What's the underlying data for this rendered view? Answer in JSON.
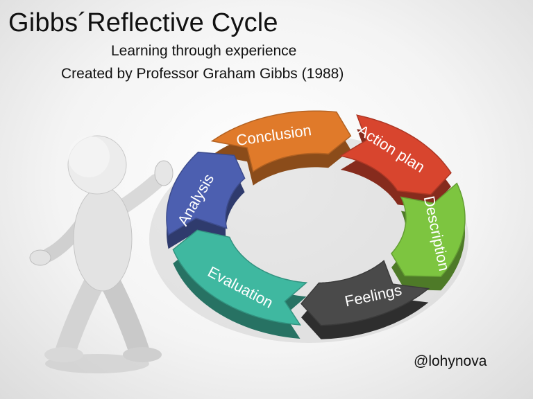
{
  "header": {
    "title": "Gibbs´Reflective Cycle",
    "subtitle": "Learning through experience",
    "credit": "Created by Professor Graham Gibbs (1988)"
  },
  "footer": {
    "handle": "@lohynova"
  },
  "cycle": {
    "stages": [
      {
        "label": "Description",
        "color": "#7dc540"
      },
      {
        "label": "Feelings",
        "color": "#4a4a4a"
      },
      {
        "label": "Evaluation",
        "color": "#3fb8a0"
      },
      {
        "label": "Analysis",
        "color": "#4c5fb0"
      },
      {
        "label": "Conclusion",
        "color": "#e07a2a"
      },
      {
        "label": "Action plan",
        "color": "#d8452e"
      }
    ]
  }
}
